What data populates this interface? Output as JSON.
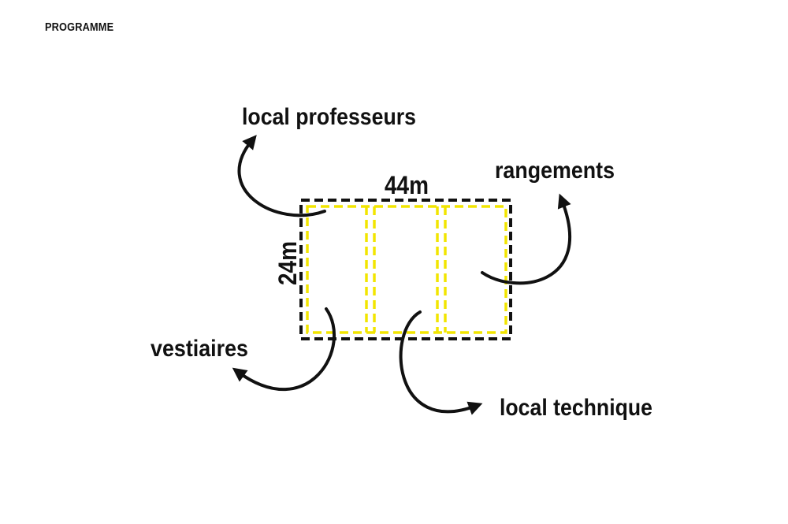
{
  "header": {
    "title": "PROGRAMME"
  },
  "diagram": {
    "dimensions": {
      "width_label": "44m",
      "height_label": "24m"
    },
    "labels": {
      "local_professeurs": "local professeurs",
      "rangements": "rangements",
      "vestiaires": "vestiaires",
      "local_technique": "local technique"
    },
    "colors": {
      "outline": "#111111",
      "zones": "#f2e500",
      "arrows": "#111111"
    }
  }
}
